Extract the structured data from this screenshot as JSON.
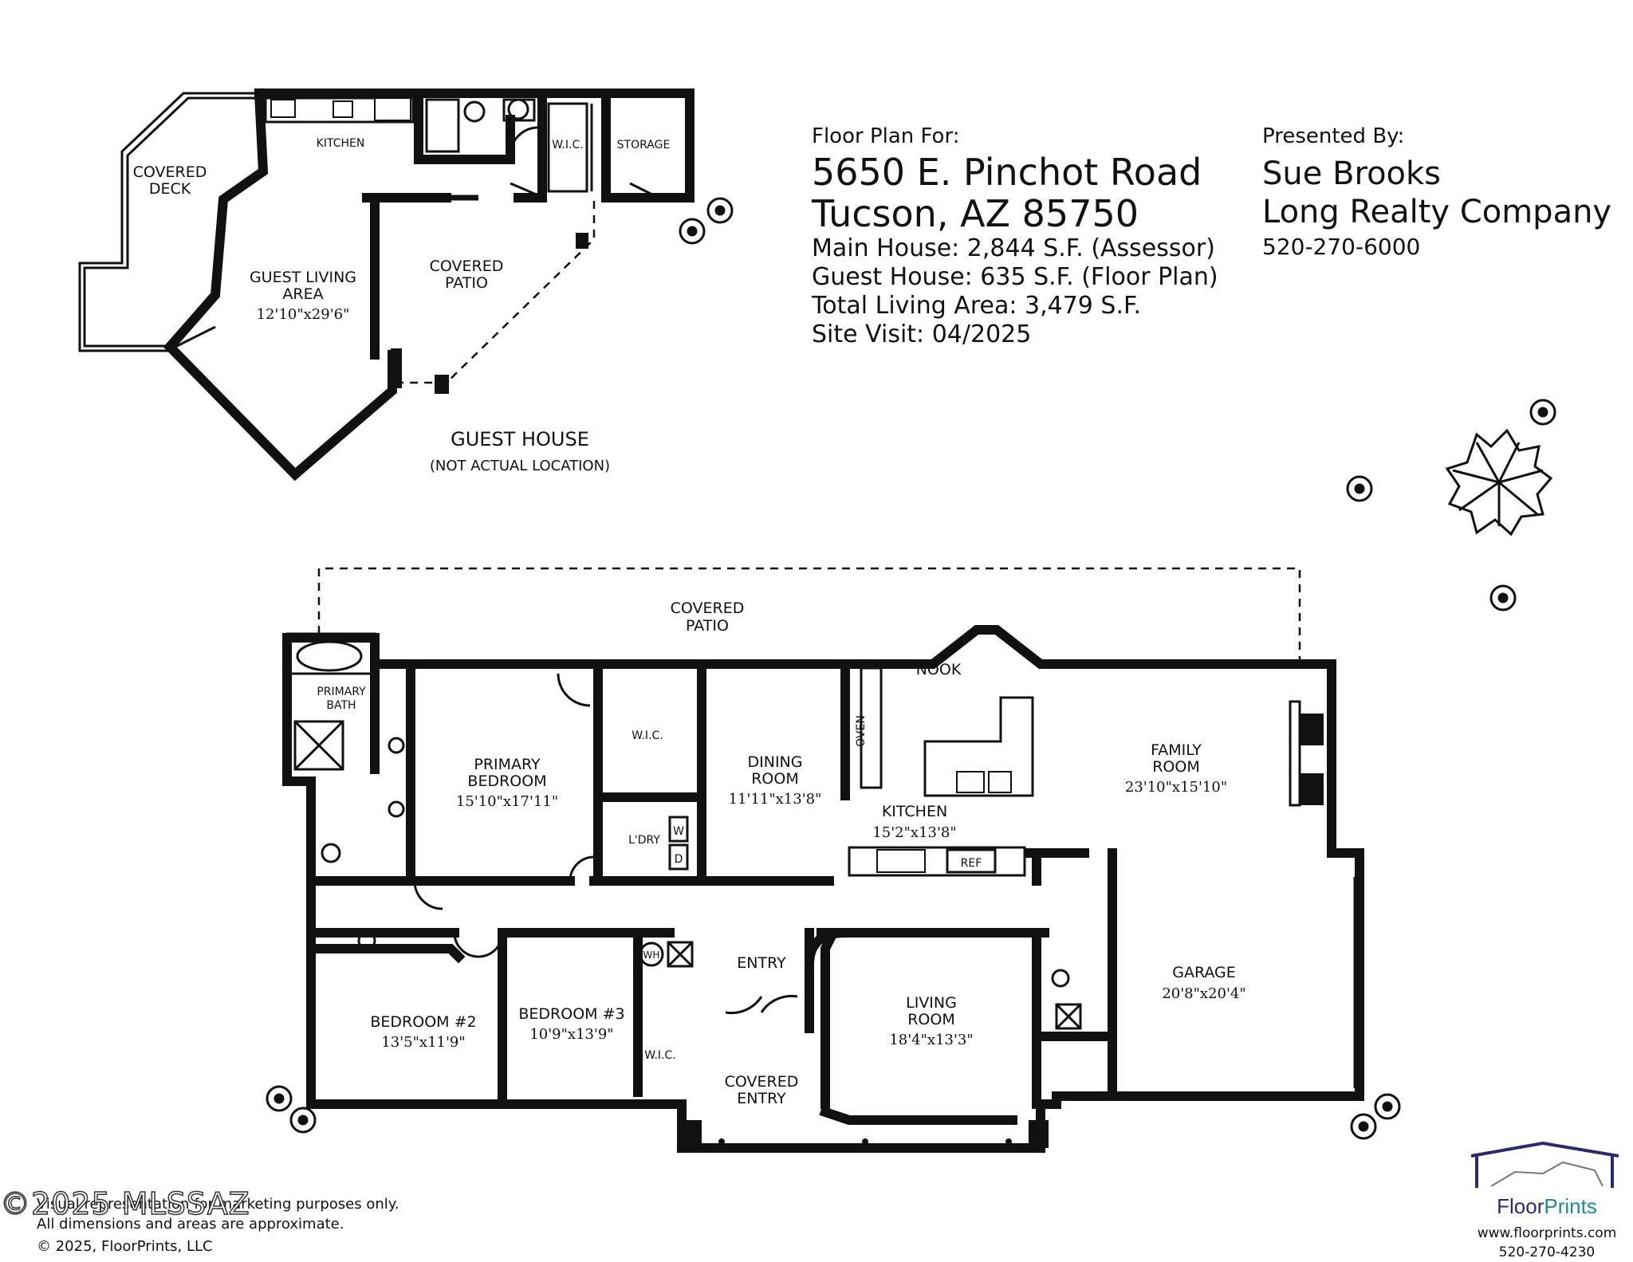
{
  "header": {
    "floor_plan_for": "Floor Plan For:",
    "address_line1": "5650 E. Pinchot Road",
    "address_line2": "Tucson, AZ  85750",
    "main_house": "Main House:  2,844 S.F. (Assessor)",
    "guest_house": "Guest House:  635 S.F. (Floor Plan)",
    "total_area": "Total Living Area:  3,479 S.F.",
    "site_visit": "Site Visit:  04/2025",
    "presented_by": "Presented By:",
    "agent": "Sue Brooks",
    "company": "Long Realty Company",
    "phone": "520-270-6000"
  },
  "guest": {
    "kitchen": "KITCHEN",
    "wic": "W.I.C.",
    "storage": "STORAGE",
    "deck_1": "COVERED",
    "deck_2": "DECK",
    "living_1": "GUEST LIVING",
    "living_2": "AREA",
    "living_dim": "12'10\"x29'6\"",
    "patio_1": "COVERED",
    "patio_2": "PATIO",
    "title": "GUEST HOUSE",
    "subtitle": "(NOT ACTUAL LOCATION)"
  },
  "main": {
    "patio_1": "COVERED",
    "patio_2": "PATIO",
    "nook": "NOOK",
    "primary_bath_1": "PRIMARY",
    "primary_bath_2": "BATH",
    "wic": "W.I.C.",
    "primary_bed_1": "PRIMARY",
    "primary_bed_2": "BEDROOM",
    "primary_bed_dim": "15'10\"x17'11\"",
    "dining_1": "DINING",
    "dining_2": "ROOM",
    "dining_dim": "11'11\"x13'8\"",
    "oven": "OVEN",
    "kitchen": "KITCHEN",
    "kitchen_dim": "15'2\"x13'8\"",
    "family_1": "FAMILY",
    "family_2": "ROOM",
    "family_dim": "23'10\"x15'10\"",
    "laundry": "L'DRY",
    "w": "W",
    "d": "D",
    "ref": "REF",
    "wh": "WH",
    "entry": "ENTRY",
    "garage": "GARAGE",
    "garage_dim": "20'8\"x20'4\"",
    "bed2": "BEDROOM #2",
    "bed2_dim": "13'5\"x11'9\"",
    "bed3": "BEDROOM #3",
    "bed3_dim": "10'9\"x13'9\"",
    "wic2": "W.I.C.",
    "living_1": "LIVING",
    "living_2": "ROOM",
    "living_dim": "18'4\"x13'3\"",
    "covered_entry_1": "COVERED",
    "covered_entry_2": "ENTRY"
  },
  "footer": {
    "disclaimer_1": "Visual representation for marketing purposes only.",
    "disclaimer_2": "All dimensions and areas are approximate.",
    "copyright": "© 2025, FloorPrints, LLC",
    "watermark": "©2025 MLSSAZ",
    "brand_floor": "Floor",
    "brand_prints": "Prints",
    "website": "www.floorprints.com",
    "brand_phone": "520-270-4230"
  },
  "colors": {
    "wall": "#111111",
    "brand_navy": "#2b2a6e",
    "brand_teal": "#1d8a9a"
  }
}
